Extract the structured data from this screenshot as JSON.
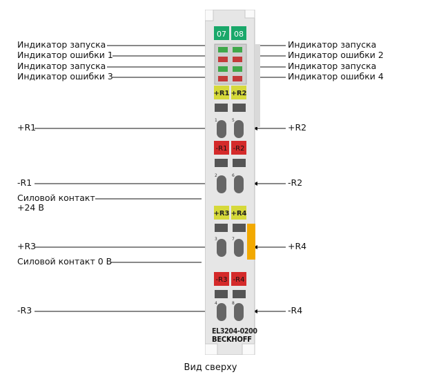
{
  "labels_left": [
    {
      "id": "run-led-1",
      "text": "Индикатор запуска"
    },
    {
      "id": "err-led-1",
      "text": "Индикатор ошибки 1"
    },
    {
      "id": "run-led-3",
      "text": "Индикатор запуска"
    },
    {
      "id": "err-led-3",
      "text": "Индикатор ошибки 3"
    },
    {
      "id": "plus-r1",
      "text": "+R1"
    },
    {
      "id": "minus-r1",
      "text": "-R1"
    },
    {
      "id": "power-24v",
      "text": "Силовой контакт +24 В"
    },
    {
      "id": "plus-r3",
      "text": "+R3"
    },
    {
      "id": "power-0v",
      "text": "Силовой контакт 0 В"
    },
    {
      "id": "minus-r3",
      "text": "-R3"
    }
  ],
  "labels_right": [
    {
      "id": "run-led-2",
      "text": "Индикатор запуска"
    },
    {
      "id": "err-led-2",
      "text": "Индикатор ошибки 2"
    },
    {
      "id": "run-led-4",
      "text": "Индикатор запуска"
    },
    {
      "id": "err-led-4",
      "text": "Индикатор ошибки 4"
    },
    {
      "id": "plus-r2",
      "text": "+R2"
    },
    {
      "id": "minus-r2",
      "text": "-R2"
    },
    {
      "id": "plus-r4",
      "text": "+R4"
    },
    {
      "id": "minus-r4",
      "text": "-R4"
    }
  ],
  "module": {
    "channels": [
      "07",
      "08"
    ],
    "plus_r_top": [
      "+R1",
      "+R2"
    ],
    "minus_r_top": [
      "-R1",
      "-R2"
    ],
    "plus_r_bottom": [
      "+R3",
      "+R4"
    ],
    "minus_r_bottom": [
      "-R3",
      "-R4"
    ],
    "terminal_numbers": [
      "1",
      "5",
      "2",
      "6",
      "3",
      "7",
      "4",
      "8"
    ],
    "model": "EL3204-0200",
    "brand": "BECKHOFF"
  },
  "caption": "Вид сверху",
  "colors": {
    "channel_green": "#1aa86a",
    "plus_yellow": "#d6d93a",
    "minus_red": "#d42a2a",
    "housing": "#e6e6e6",
    "led_green": "#3fa84a",
    "led_red": "#c43a3a",
    "orange_tab": "#f2a900"
  }
}
